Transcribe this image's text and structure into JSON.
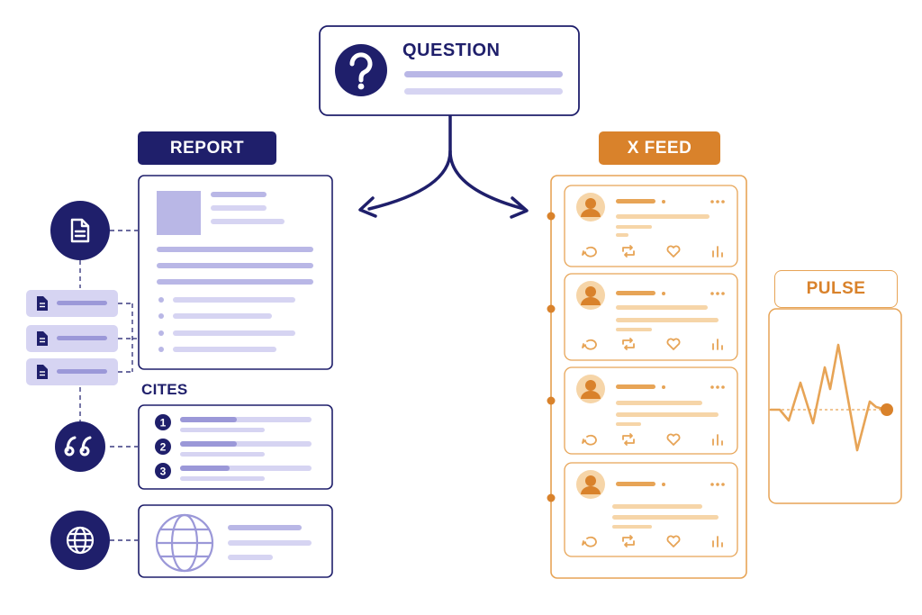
{
  "question": {
    "title": "QUESTION",
    "icon": "question-mark-icon"
  },
  "report": {
    "label": "REPORT",
    "icon": "document-icon"
  },
  "cites": {
    "label": "CITES",
    "icon": "quote-icon",
    "numbers": [
      "1",
      "2",
      "3"
    ]
  },
  "web": {
    "icon": "globe-icon"
  },
  "feed": {
    "label": "X FEED",
    "icons": [
      "comment-icon",
      "repost-icon",
      "like-icon",
      "stats-icon"
    ]
  },
  "pulse": {
    "label": "PULSE"
  },
  "colors": {
    "navy": "#1f1f6b",
    "lavender": "#b9b7e6",
    "lavender_light": "#d6d4f2",
    "orange": "#d9822b",
    "orange_light": "#f6d5a8",
    "orange_border": "#e7a456"
  }
}
